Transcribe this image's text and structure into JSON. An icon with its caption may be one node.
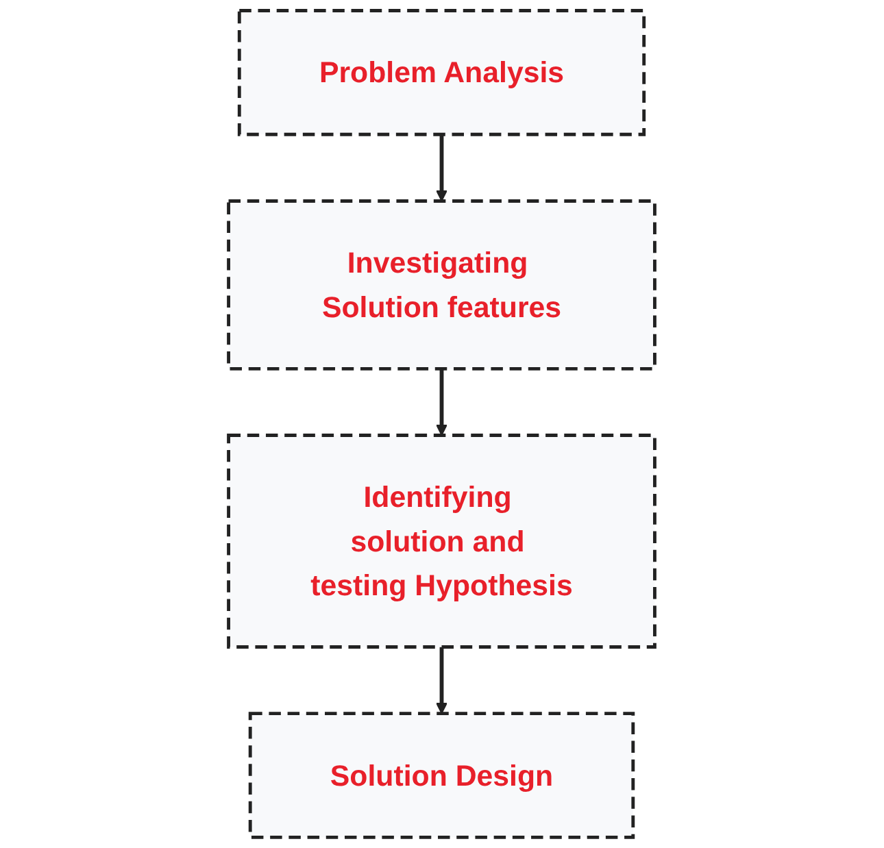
{
  "diagram": {
    "nodes": [
      {
        "text": [
          "Problem Analysis"
        ]
      },
      {
        "text": [
          "Investigating Solution features"
        ]
      },
      {
        "text": [
          "Identifying solution and testing Hypothesis"
        ]
      },
      {
        "text": [
          "Solution Design"
        ]
      }
    ],
    "edges": [
      {
        "from": 0,
        "to": 1,
        "arrow": "to"
      },
      {
        "from": 1,
        "to": 2,
        "arrow": "to"
      },
      {
        "from": 2,
        "to": 3,
        "arrow": "to"
      }
    ]
  }
}
